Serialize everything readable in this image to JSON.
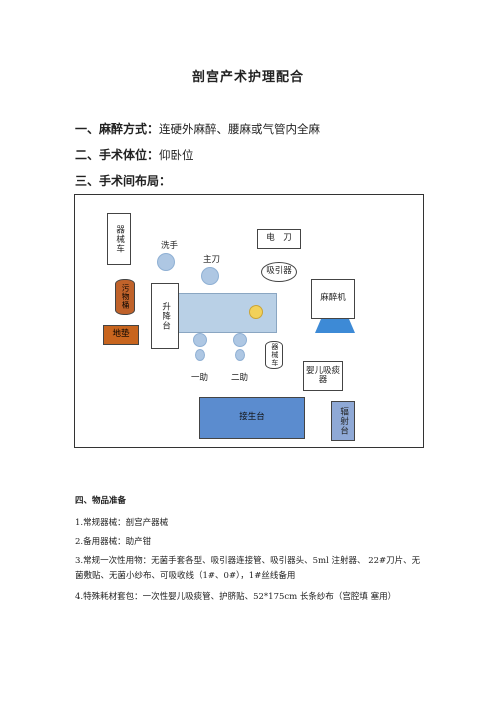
{
  "title": "剖宫产术护理配合",
  "sections": [
    {
      "heading": "一、麻醉方式：",
      "text": "连硬外麻醉、腰麻或气管内全麻"
    },
    {
      "heading": "二、手术体位：",
      "text": "仰卧位"
    },
    {
      "heading": "三、手术间布局：",
      "text": ""
    }
  ],
  "diagram": {
    "instrument_cart": "器械车",
    "washer": "洗手",
    "surgeon": "主刀",
    "electrosurgery": "电　刀",
    "suction": "吸引器",
    "bucket": "污物桶",
    "floor_mat": "地垫",
    "lift_stool": "升降台",
    "anesthesia": "麻醉机",
    "assistant1": "一助",
    "assistant2": "二助",
    "instrument_cart2": "器械车",
    "baby_suction": "婴儿吸痰器",
    "delivery_table": "接生台",
    "warmer": "辐射台"
  },
  "section4": {
    "heading": "四、物品准备",
    "items": [
      "1.常规器械：剖宫产器械",
      "2.备用器械：助产钳",
      "3.常规一次性用物：无菌手套各型、吸引器连接管、吸引器头、5ml 注射器、 22#刀片、无菌敷贴、无菌小纱布、可吸收线（1#、0#），1#丝线备用",
      "4.特殊耗材套包：一次性婴儿吸痰管、护脐贴、52*175cm 长条纱布（宫腔填 塞用）"
    ]
  },
  "colors": {
    "table": "#b9d0e6",
    "person": "#aec7e3",
    "bucket": "#c0622a",
    "mat": "#c8651e",
    "delivery": "#5b8ccf",
    "warmer": "#8fa9d6",
    "monitor": "#3d8ad6"
  }
}
